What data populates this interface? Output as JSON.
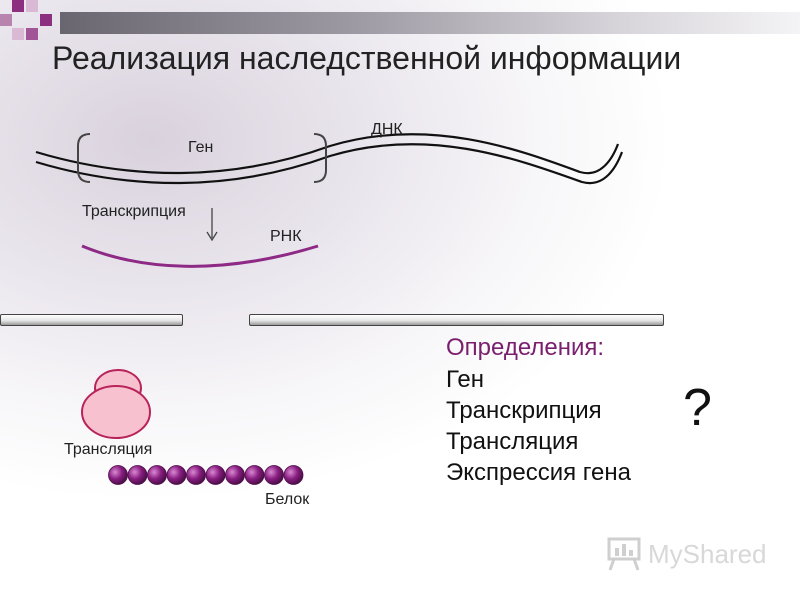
{
  "slide": {
    "title": "Реализация наследственной информации",
    "labels": {
      "dna": "ДНК",
      "gene": "Ген",
      "transcription": "Транскрипция",
      "rna": "РНК",
      "translation": "Трансляция",
      "protein": "Белок"
    },
    "definitions": {
      "heading": "Определения:",
      "items": [
        "Ген",
        "Транскрипция",
        "Трансляция",
        "Экспрессия гена"
      ]
    },
    "question_mark": "?",
    "watermark": "MyShared",
    "icons": {
      "arrow": "arrow-down-icon",
      "ribosome": "ribosome-icon",
      "logo": "presentation-board-icon"
    },
    "colors": {
      "title": "#222222",
      "definitions_heading": "#7a1e6e",
      "rna_strand": "#8e2a86",
      "ribosome_fill": "#f7c1cf",
      "ribosome_stroke": "#b8235a",
      "protein_bead": "#8a1e82"
    },
    "protein_bead_count": 10
  }
}
